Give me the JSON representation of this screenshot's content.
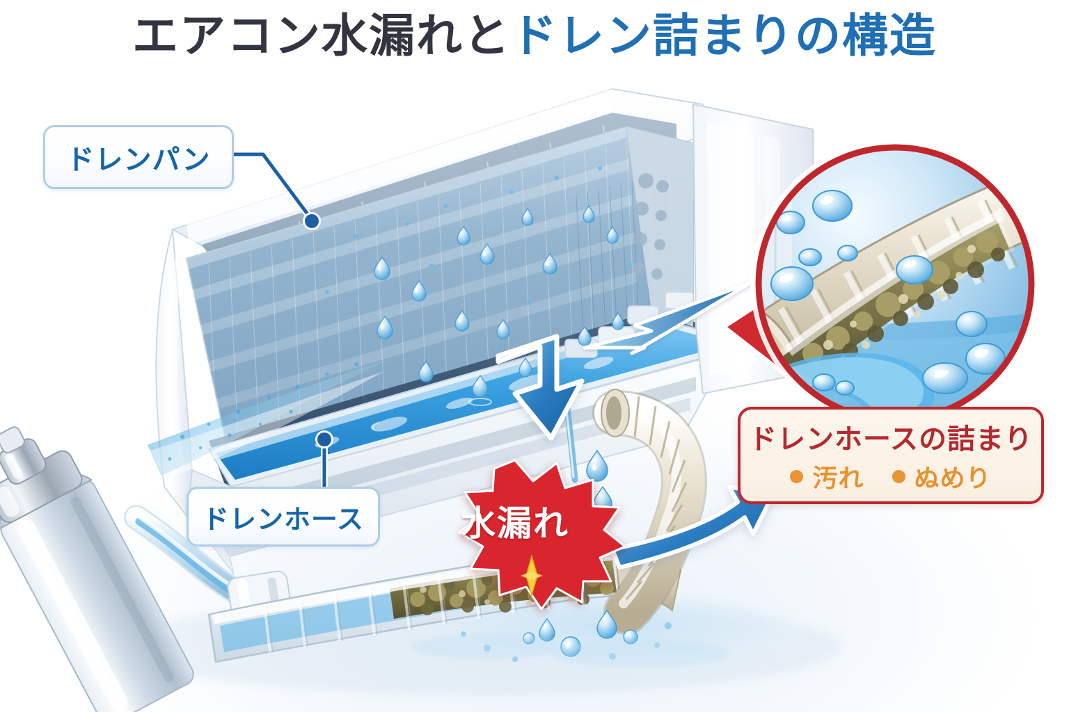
{
  "title": {
    "dark_part": "エアコン水漏れと",
    "blue_part": "ドレン詰まりの構造",
    "full": "エアコン水漏れとドレン詰まりの構造",
    "dark_color": "#32353f",
    "blue_color": "#1f6fb5"
  },
  "labels": {
    "drain_pan": "ドレンパン",
    "drain_hose": "ドレンホース",
    "chip_text_color": "#1565a8",
    "chip_border_color": "#aecde8",
    "leader_color": "#1b5fa6"
  },
  "burst": {
    "text": "水漏れ",
    "fill_color": "#d9272d",
    "text_color": "#ffffff"
  },
  "infobox": {
    "title": "ドレンホースの詰まり",
    "items": [
      {
        "label": "汚れ"
      },
      {
        "label": "ぬめり"
      }
    ],
    "title_color": "#b5292e",
    "item_color": "#e8912e",
    "border_color": "#c0272d",
    "background_color": "#fdf6ec"
  },
  "magnifier": {
    "ring_color": "#c0272d",
    "pointer_color": "#cf2a2f",
    "subject": "clogged-drain-hose-cutaway"
  },
  "scene": {
    "alt": "壁掛けエアコン室内機の断面イラスト。熱交換器から結露水が滴りドレンパンに溜まり、ドレンホースへ流れるが汚れとぬめりで詰まり水漏れが発生している。左下のスプレー缶クリーナーがホースへ接続されている。",
    "arrow_color_dark": "#1f6fb5",
    "arrow_color_light": "#8ec4e8",
    "water_color": "#3aa0e0",
    "hose_color": "#ded6c4",
    "sludge_color": "#8a8050"
  }
}
